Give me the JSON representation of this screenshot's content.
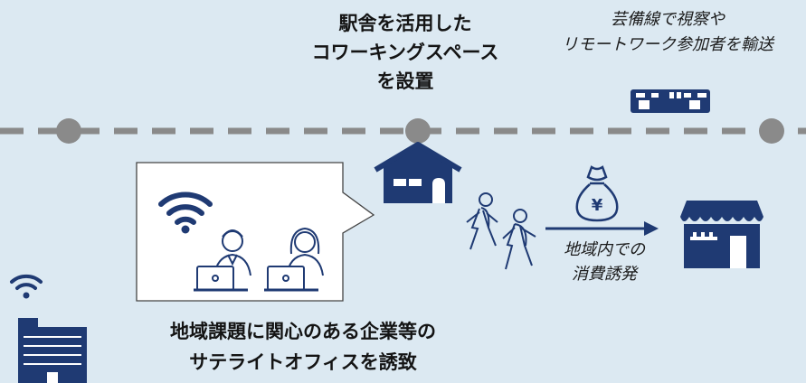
{
  "colors": {
    "background": "#dce9f2",
    "navy": "#1f3a73",
    "line_gray": "#8a8a8a"
  },
  "icons": [
    "wifi-icon",
    "person-laptop-icon",
    "house-icon",
    "walking-people-icon",
    "money-bag-icon",
    "shop-icon",
    "train-icon",
    "office-building-icon"
  ],
  "station_coworking": {
    "lines": [
      "駅舎を活用した",
      "コワーキングスペース",
      "を設置"
    ]
  },
  "train_note": {
    "lines": [
      "芸備線で視察や",
      "リモートワーク参加者を輸送"
    ]
  },
  "spending_note": {
    "lines": [
      "地域内での",
      "消費誘発"
    ],
    "currency_symbol": "¥"
  },
  "satellite_office": {
    "lines": [
      "地域課題に関心のある企業等の",
      "サテライトオフィスを誘致"
    ]
  }
}
